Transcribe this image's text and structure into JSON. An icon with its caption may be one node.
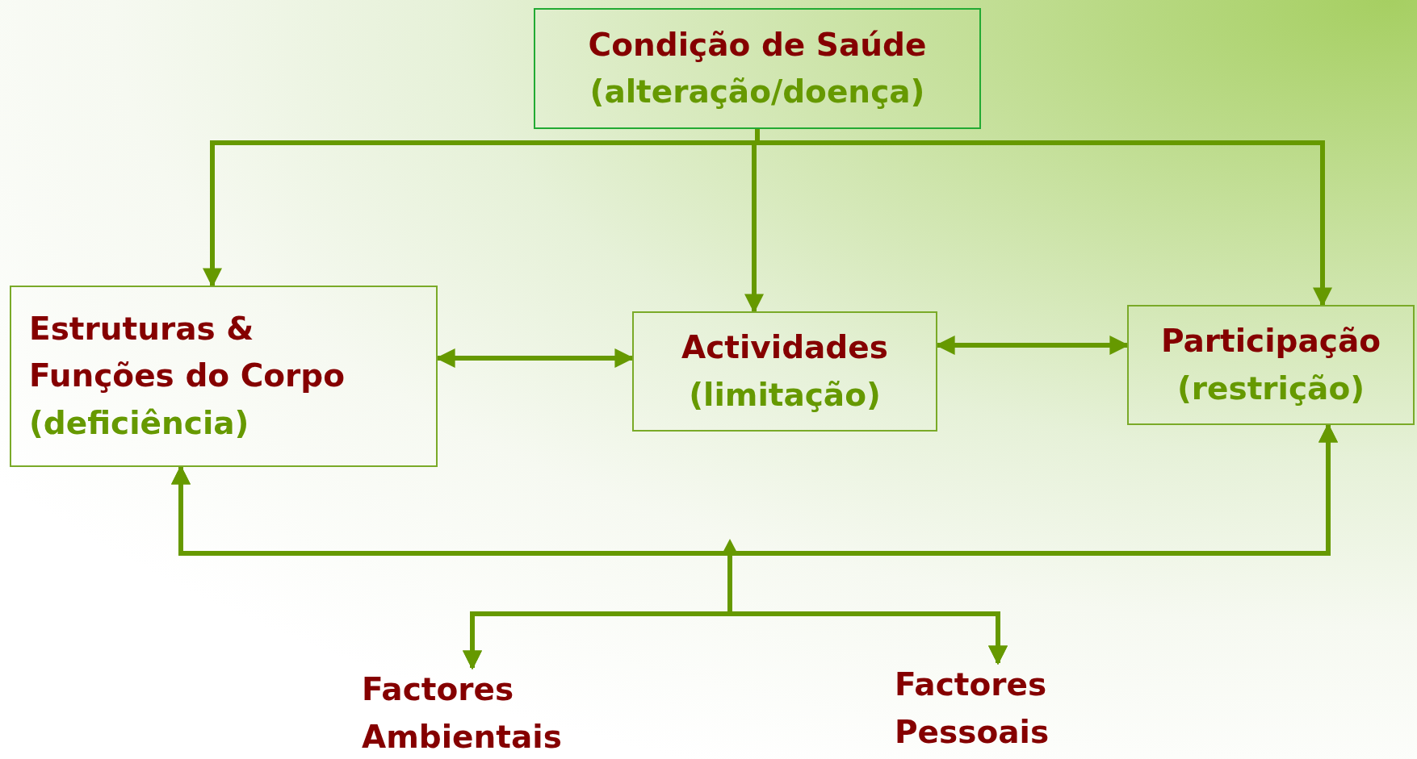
{
  "diagram": {
    "nodes": [
      {
        "text": [
          "Condição de Saúde",
          "(alteração/doença)"
        ]
      },
      {
        "text": [
          "Estruturas & Funções do Corpo",
          "(deficiência)"
        ]
      },
      {
        "text": [
          "Actividades",
          "(limitação)"
        ]
      },
      {
        "text": [
          "Participação",
          "(restrição)"
        ]
      },
      {
        "text": [
          "Factores Ambientais"
        ]
      },
      {
        "text": [
          "Factores Pessoais"
        ]
      }
    ],
    "edges": [
      {
        "from": 0,
        "to": 1,
        "arrow": "to"
      },
      {
        "from": 0,
        "to": 2,
        "arrow": "to"
      },
      {
        "from": 0,
        "to": 3,
        "arrow": "to"
      },
      {
        "from": 1,
        "to": 2,
        "arrow": "both"
      },
      {
        "from": 2,
        "to": 3,
        "arrow": "both"
      },
      {
        "from": 4,
        "to": 1,
        "arrow": "both"
      },
      {
        "from": 4,
        "to": 3,
        "arrow": "both"
      },
      {
        "from": 5,
        "to": 1,
        "arrow": "both"
      },
      {
        "from": 5,
        "to": 3,
        "arrow": "both"
      }
    ]
  }
}
